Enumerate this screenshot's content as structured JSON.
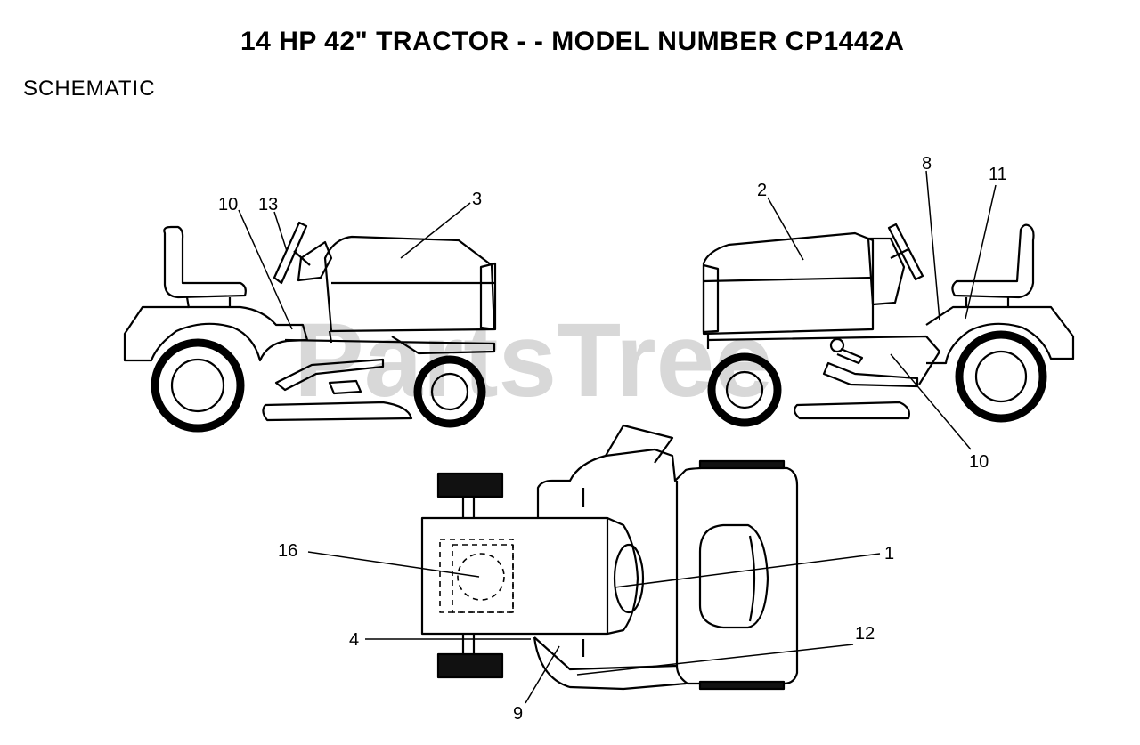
{
  "title": "14 HP 42\" TRACTOR - - MODEL NUMBER CP1442A",
  "section": "SCHEMATIC",
  "watermark": "PartsTree",
  "callouts": {
    "left_view": {
      "c10": "10",
      "c13": "13",
      "c3": "3"
    },
    "right_view": {
      "c2": "2",
      "c8": "8",
      "c11": "11",
      "c10": "10"
    },
    "top_view": {
      "c16": "16",
      "c1": "1",
      "c4": "4",
      "c12": "12",
      "c9": "9"
    }
  },
  "colors": {
    "line": "#000000",
    "background": "#ffffff",
    "watermark": "#b9b9b9"
  }
}
